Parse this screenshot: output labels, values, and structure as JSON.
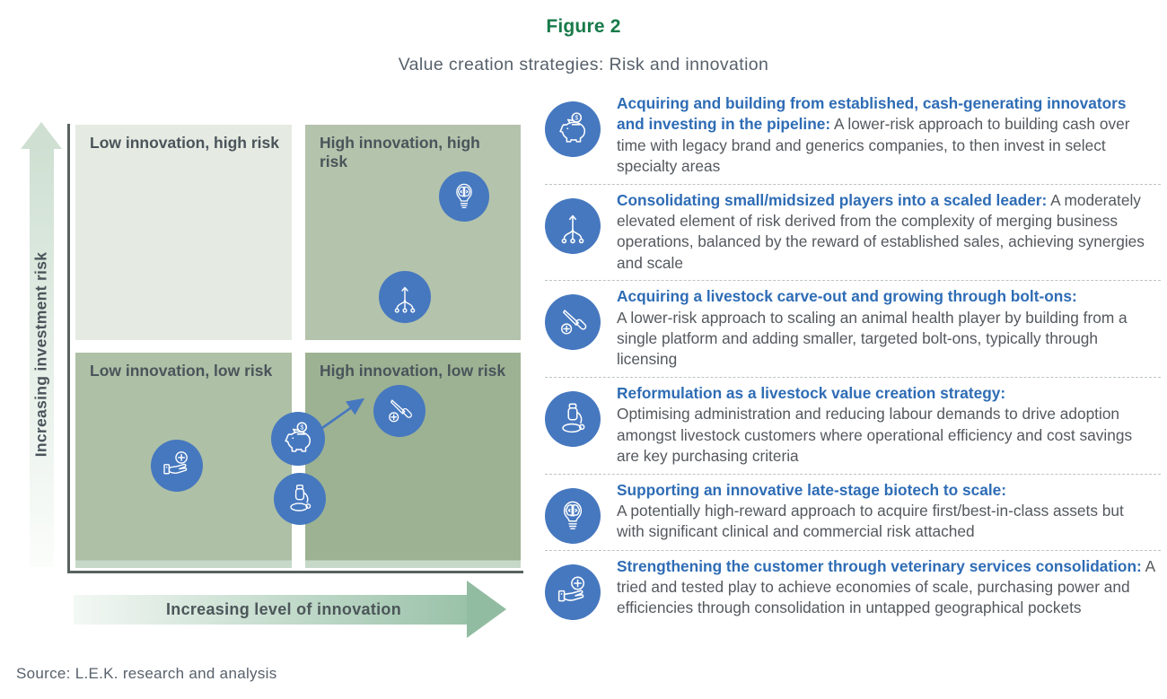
{
  "figure": {
    "label": "Figure 2",
    "title": "Value creation strategies: Risk and innovation"
  },
  "matrix": {
    "y_axis_label": "Increasing investment risk",
    "x_axis_label": "Increasing level of innovation",
    "quadrants": [
      {
        "label": "Low innovation, high risk"
      },
      {
        "label": "High innovation, high risk"
      },
      {
        "label": "Low innovation, low risk"
      },
      {
        "label": "High innovation, low risk"
      }
    ],
    "plotted_icons": [
      {
        "icon": "lightbulb-brain-icon",
        "position": "high innovation, high risk (upper right)"
      },
      {
        "icon": "merge-arrows-icon",
        "position": "high innovation, high risk (lower middle)"
      },
      {
        "icon": "scalpel-icon",
        "position": "high innovation, low risk (upper area)"
      },
      {
        "icon": "piggy-bank-icon",
        "position": "straddling low/high innovation border, low risk, with arrow toward scalpel"
      },
      {
        "icon": "microscope-icon",
        "position": "straddling low/high innovation border, low risk"
      },
      {
        "icon": "hand-plus-icon",
        "position": "low innovation, low risk"
      }
    ]
  },
  "legend": [
    {
      "icon": "piggy-bank-icon",
      "heading": "Acquiring and building from established, cash-generating innovators and investing in the pipeline:",
      "body": "A lower-risk approach to building cash over time with legacy brand and generics companies, to then invest in select specialty areas"
    },
    {
      "icon": "merge-arrows-icon",
      "heading": "Consolidating small/midsized players into a scaled leader:",
      "body": "A moderately elevated element of risk derived from the complexity of merging business operations, balanced by the reward of established sales, achieving synergies and scale"
    },
    {
      "icon": "scalpel-icon",
      "heading": "Acquiring a livestock carve-out and growing through bolt-ons:",
      "body": "A lower-risk approach to scaling an animal health player by building from a single platform and adding smaller, targeted bolt-ons, typically through licensing"
    },
    {
      "icon": "microscope-icon",
      "heading": "Reformulation as a livestock value creation strategy:",
      "body": "Optimising administration and reducing labour demands to drive adoption amongst livestock customers where operational efficiency and cost savings are key purchasing criteria"
    },
    {
      "icon": "lightbulb-brain-icon",
      "heading": "Supporting an innovative late-stage biotech to scale:",
      "body": "A potentially high-reward approach to acquire first/best-in-class assets but with significant clinical and commercial risk attached"
    },
    {
      "icon": "hand-plus-icon",
      "heading": "Strengthening the customer through veterinary services consolidation:",
      "body": "A tried and tested play to achieve economies of scale, purchasing power and efficiencies through consolidation in untapped geographical pockets"
    }
  ],
  "source": "Source: L.E.K. research and analysis",
  "colors": {
    "figure_label_green": "#177a49",
    "subtitle_gray": "#57616b",
    "quadrant_top_left": "#e5eae2",
    "quadrant_top_right": "#b4c3ac",
    "quadrant_bottom_left": "#aec0a6",
    "quadrant_bottom_right": "#9db293",
    "axis_line": "#59625f",
    "arrow_gradient_green": "#9ac2a9",
    "icon_circle_blue": "#4678bf",
    "legend_heading_blue": "#2e6cb5",
    "body_text": "#54585d"
  }
}
